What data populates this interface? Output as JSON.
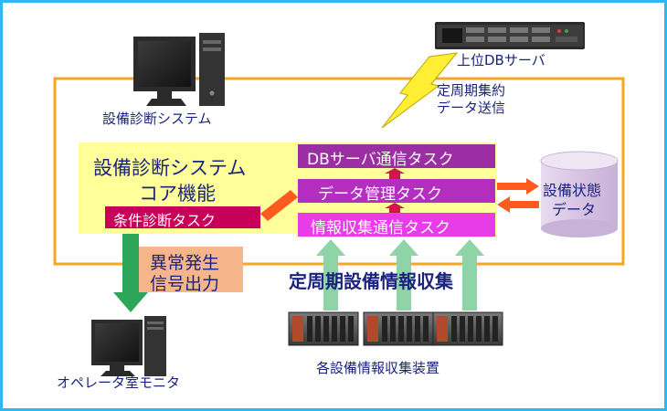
{
  "labels": {
    "upper_db_server": "上位DBサーバ",
    "periodic_aggregate_line1": "定周期集約",
    "periodic_aggregate_line2": "データ送信",
    "diag_system_pc": "設備診断システム",
    "core_function_line1": "設備診断システム",
    "core_function_line2": "コア機能",
    "condition_task": "条件診断タスク",
    "db_comm_task": "DBサーバ通信タスク",
    "data_mgmt_task": "データ管理タスク",
    "info_collect_task": "情報収集通信タスク",
    "equipment_status_line1": "設備状態",
    "equipment_status_line2": "データ",
    "abnormal_signal_line1": "異常発生",
    "abnormal_signal_line2": "信号出力",
    "periodic_collection": "定周期設備情報収集",
    "operator_monitor": "オペレータ室モニタ",
    "collection_devices": "各設備情報収集装置"
  },
  "colors": {
    "frame_border": "#2fb8ee",
    "system_boundary": "#f5a623",
    "core_box": "#ffff99",
    "condition_task": "#c8005a",
    "db_comm_task": "#9b2ea3",
    "data_mgmt_task": "#b42fc0",
    "info_collect_task": "#e83ce8",
    "status_cylinder": "#dccce6",
    "abnormal_box": "#f6b58a",
    "green_arrow": "#2ea65a",
    "up_arrows": "#8fd4a6",
    "lightning": "#ffee33",
    "navy_text": "#1a237e"
  },
  "icons": [
    "server-rack-icon",
    "desktop-computer-icon",
    "lightning-bolt-icon",
    "database-cylinder-icon",
    "plc-device-icon"
  ]
}
